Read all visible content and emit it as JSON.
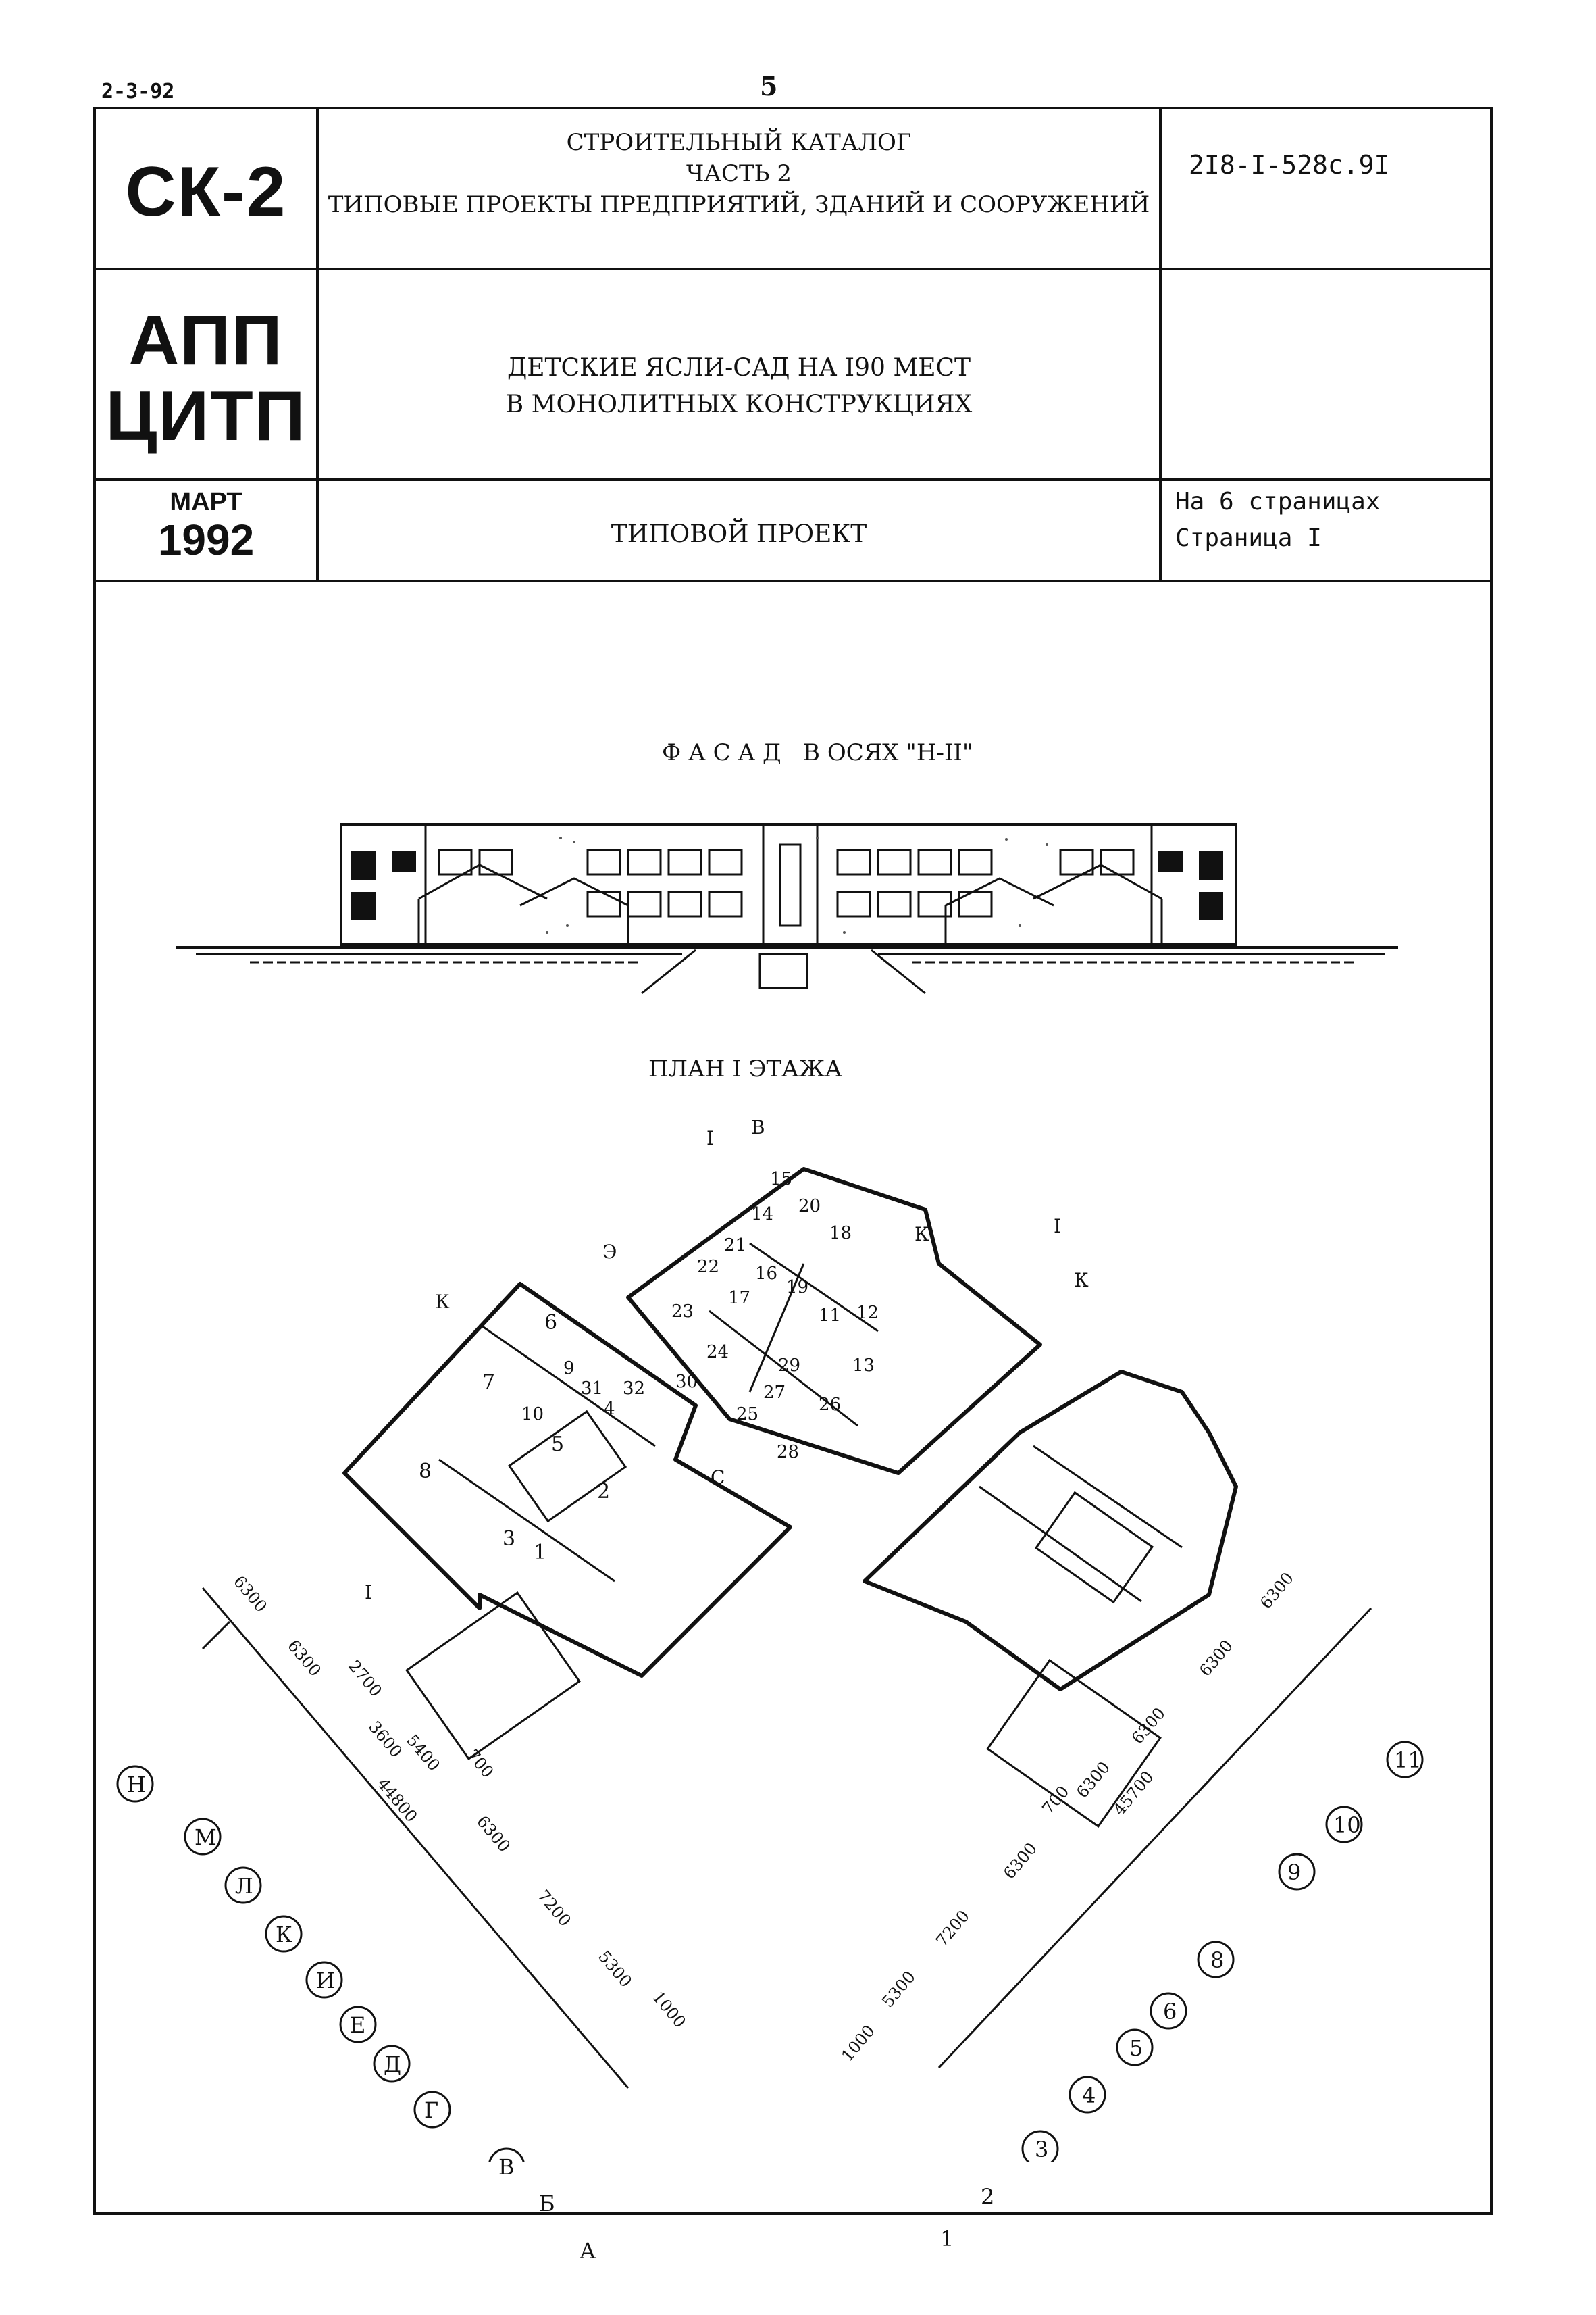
{
  "page_code": "2-3-92",
  "page_number": "5",
  "header": {
    "catalog_code": "СК-2",
    "catalog_title": [
      "СТРОИТЕЛЬНЫЙ КАТАЛОГ",
      "ЧАСТЬ 2",
      "ТИПОВЫЕ ПРОЕКТЫ ПРЕДПРИЯТИЙ, ЗДАНИЙ И СООРУЖЕНИЙ"
    ],
    "doc_number": "2I8-I-528с.9I",
    "org_code_1": "АПП",
    "org_code_2": "ЦИТП",
    "project_title": [
      "ДЕТСКИЕ ЯСЛИ-САД НА I90 МЕСТ",
      "В МОНОЛИТНЫХ КОНСТРУКЦИЯХ"
    ],
    "month": "МАРТ",
    "year": "1992",
    "doc_type": "ТИПОВОЙ ПРОЕКТ",
    "pages_total": "На 6 страницах",
    "page_current": "Страница I"
  },
  "facade_title": "Ф А С А Д   В ОСЯХ \"Н-II\"",
  "plan_title": "ПЛАН I ЭТАЖА",
  "plan": {
    "section_marks": [
      "I",
      "В",
      "Э",
      "К",
      "К",
      "К",
      "I",
      "I",
      "С"
    ],
    "room_numbers": [
      "1",
      "2",
      "3",
      "5",
      "6",
      "7",
      "8",
      "9",
      "10",
      "11",
      "12",
      "13",
      "14",
      "15",
      "16",
      "17",
      "18",
      "19",
      "20",
      "21",
      "22",
      "23",
      "24",
      "25",
      "26",
      "27",
      "28",
      "29",
      "30",
      "31",
      "32",
      "4"
    ],
    "left_axes": [
      "Н",
      "М",
      "Л",
      "К",
      "И",
      "Е",
      "Д",
      "Г",
      "В",
      "Б",
      "А"
    ],
    "left_dims": [
      "6300",
      "6300",
      "2700",
      "3600",
      "5400",
      "700",
      "44800",
      "6300",
      "7200",
      "5300",
      "1000"
    ],
    "right_axes": [
      "1",
      "2",
      "3",
      "4",
      "5",
      "6",
      "8",
      "9",
      "10",
      "11"
    ],
    "right_dims": [
      "1000",
      "5300",
      "7200",
      "6300",
      "700",
      "6300",
      "45700",
      "6300",
      "6300",
      "6300"
    ]
  }
}
